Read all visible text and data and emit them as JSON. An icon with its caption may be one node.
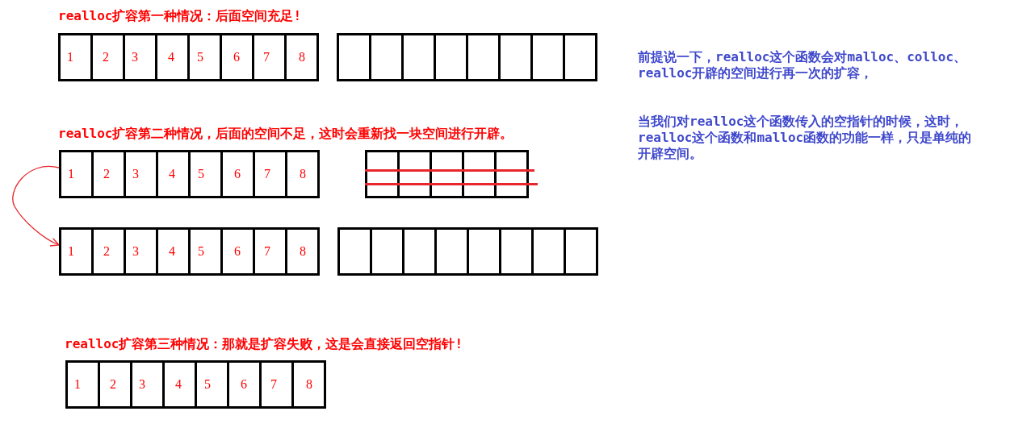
{
  "diagram": {
    "nodes": [
      {
        "text": [
          "1",
          "2",
          "3",
          "4",
          "5",
          "6",
          "7",
          "8"
        ]
      },
      {
        "text": [],
        "shape": "box"
      },
      {
        "text": [
          "1",
          "2",
          "3",
          "4",
          "5",
          "6",
          "7",
          "8"
        ]
      },
      {
        "text": [],
        "shape": "box"
      },
      {
        "text": [
          "1",
          "2",
          "3",
          "4",
          "5",
          "6",
          "7",
          "8"
        ]
      },
      {
        "text": [],
        "shape": "box"
      },
      {
        "text": [
          "1",
          "2",
          "3",
          "4",
          "5",
          "6",
          "7",
          "8"
        ]
      }
    ],
    "edges": [
      {
        "from": 2,
        "to": 4,
        "arrow": "to"
      }
    ],
    "labels": [
      "realloc扩容第一种情况：后面空间充足!",
      "前提说一下，realloc这个函数会对malloc、colloc、realloc开辟的空间进行再一次的扩容，",
      "当我们对realloc这个函数传入的空指针的时候，这时，realloc这个函数和malloc函数的功能一样，只是单纯的开辟空间。",
      "realloc扩容第二种情况，后面的空间不足，这时会重新找一块空间进行开辟。",
      "realloc扩容第三种情况：那就是扩容失败，这是会直接返回空指针!"
    ]
  }
}
